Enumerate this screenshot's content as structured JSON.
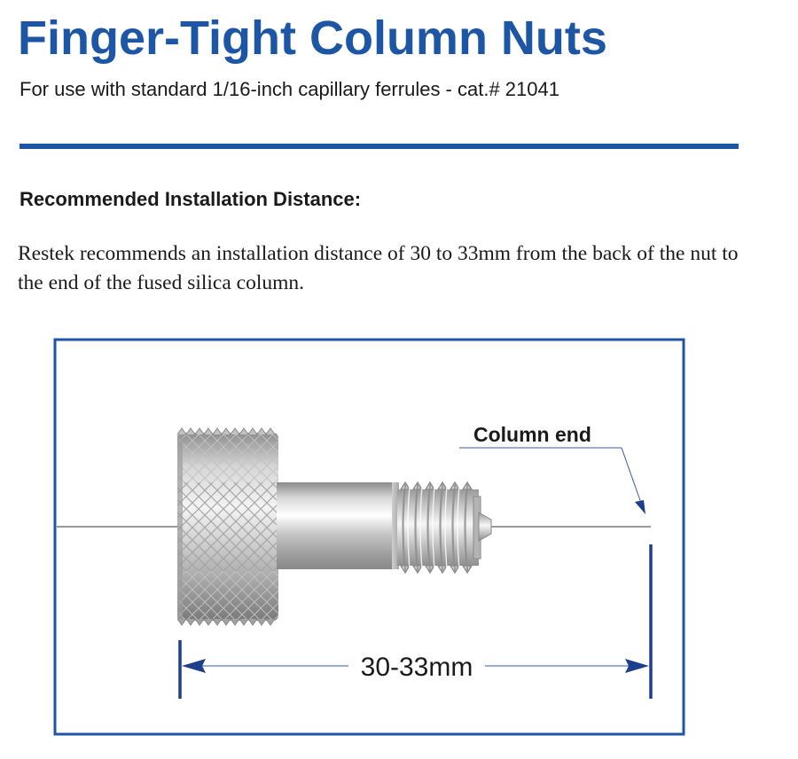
{
  "header": {
    "title": "Finger-Tight Column Nuts",
    "subtitle": "For use with standard 1/16-inch capillary ferrules - cat.# 21041"
  },
  "section": {
    "heading": "Recommended Installation Distance:",
    "body": "Restek recommends an installation distance of 30 to 33mm from the back of the nut to the end of the fused silica column."
  },
  "diagram": {
    "callout": "Column end",
    "dimension": "30-33mm"
  },
  "colors": {
    "brand_blue": "#1d56a4",
    "dimension_blue": "#1e3f8c",
    "text": "#1a1a1a"
  }
}
